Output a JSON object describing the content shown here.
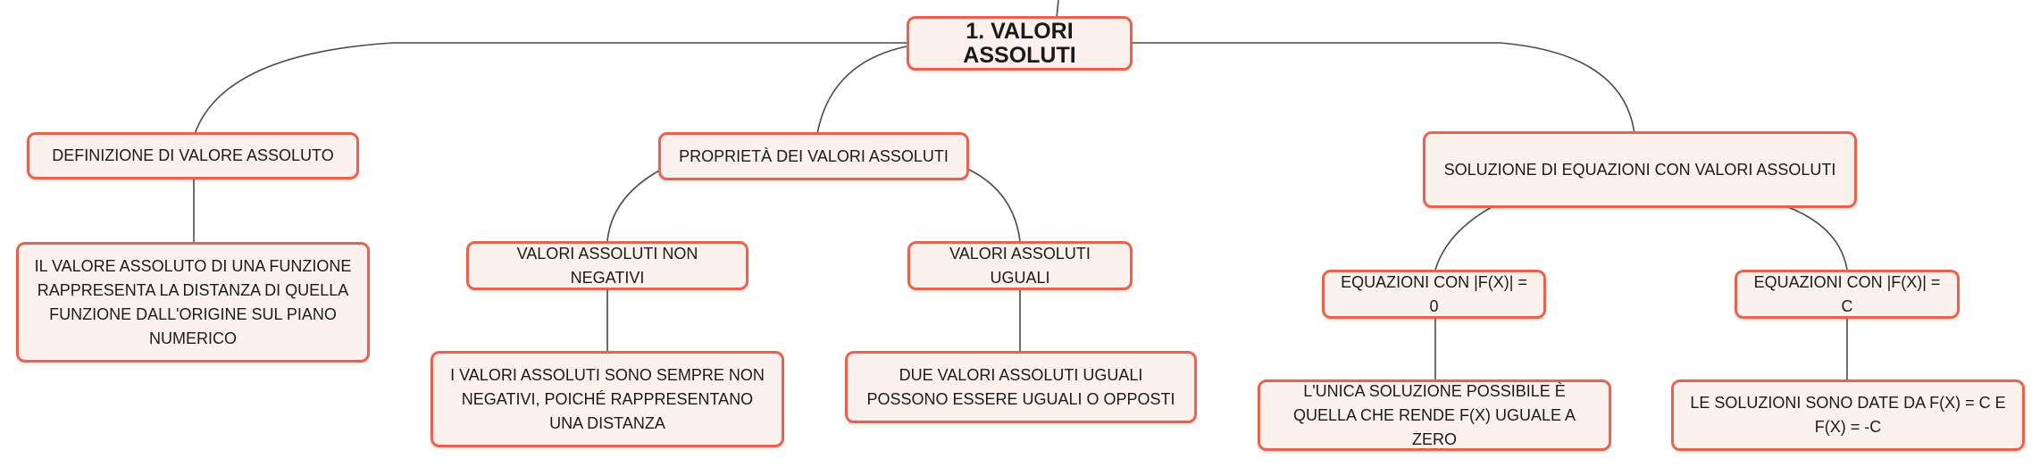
{
  "colors": {
    "node_border": "#e8624c",
    "node_fill": "#fdf1ee",
    "connector": "#4a4a4a",
    "text": "#1a1a1a"
  },
  "root": {
    "label": "1. VALORI ASSOLUTI"
  },
  "branches": {
    "definizione": {
      "label": "DEFINIZIONE DI VALORE ASSOLUTO",
      "detail": "IL VALORE ASSOLUTO DI UNA FUNZIONE RAPPRESENTA LA DISTANZA DI QUELLA FUNZIONE DALL'ORIGINE SUL PIANO NUMERICO"
    },
    "proprieta": {
      "label": "PROPRIETÀ DEI VALORI ASSOLUTI",
      "non_negativi": {
        "label": "VALORI ASSOLUTI NON NEGATIVI",
        "detail": "I VALORI ASSOLUTI SONO SEMPRE NON NEGATIVI, POICHÉ RAPPRESENTANO UNA DISTANZA"
      },
      "uguali": {
        "label": "VALORI ASSOLUTI UGUALI",
        "detail": "DUE VALORI ASSOLUTI UGUALI POSSONO ESSERE UGUALI O OPPOSTI"
      }
    },
    "soluzione": {
      "label": "SOLUZIONE DI EQUAZIONI CON VALORI ASSOLUTI",
      "zero": {
        "label": "EQUAZIONI CON |F(X)| = 0",
        "detail": "L'UNICA SOLUZIONE POSSIBILE È QUELLA CHE RENDE F(X) UGUALE A ZERO"
      },
      "costante": {
        "label": "EQUAZIONI CON |F(X)| = C",
        "detail": "LE SOLUZIONI SONO DATE DA F(X) = C E F(X) = -C"
      }
    }
  }
}
